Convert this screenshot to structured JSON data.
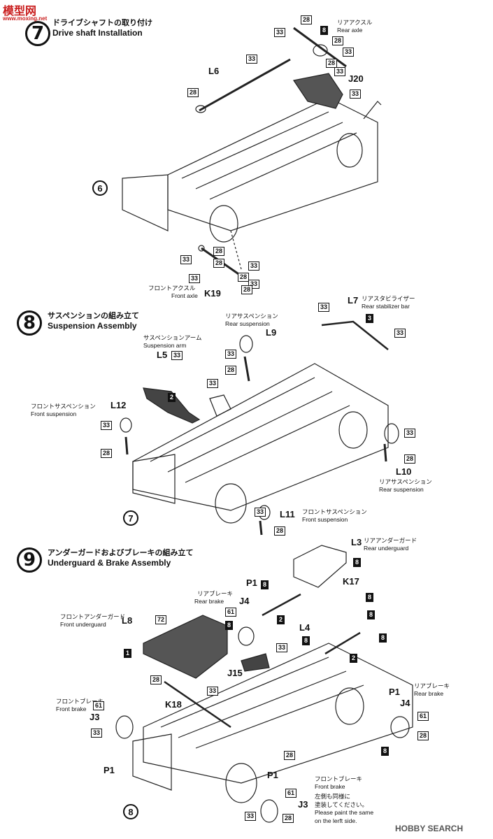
{
  "watermark": {
    "site_cn": "模型网",
    "site_url": "www.moxing.net",
    "footer": "HOBBY SEARCH"
  },
  "steps": [
    {
      "number": "7",
      "title_jp": "ドライブシャフトの取り付け",
      "title_en": "Drive shaft Installation"
    },
    {
      "number": "8",
      "title_jp": "サスペンションの組み立て",
      "title_en": "Suspension Assembly"
    },
    {
      "number": "9",
      "title_jp": "アンダーガードおよびブレーキの組み立て",
      "title_en": "Underguard & Brake Assembly"
    }
  ],
  "step7": {
    "rear_axle_jp": "リアアクスル",
    "rear_axle_en": "Rear axle",
    "front_axle_jp": "フロントアクスル",
    "front_axle_en": "Front axle",
    "parts": {
      "l6": "L6",
      "j20": "J20",
      "k19": "K19"
    },
    "ref": "6"
  },
  "step8": {
    "rear_stab_jp": "リアスタビライザー",
    "rear_stab_en": "Rear stabilizer bar",
    "rear_susp_jp": "リアサスペンション",
    "rear_susp_en": "Rear suspension",
    "susp_arm_jp": "サスペンションアーム",
    "susp_arm_en": "Suspension arm",
    "front_susp_jp": "フロントサスペンション",
    "front_susp_en": "Front suspension",
    "parts": {
      "l7": "L7",
      "l9": "L9",
      "l5": "L5",
      "l12": "L12",
      "l10": "L10",
      "l11": "L11"
    },
    "ref": "7"
  },
  "step9": {
    "rear_guard_jp": "リアアンダーガード",
    "rear_guard_en": "Rear underguard",
    "front_guard_jp": "フロントアンダーガード",
    "front_guard_en": "Front underguard",
    "rear_brake_jp": "リアブレーキ",
    "rear_brake_en": "Rear brake",
    "front_brake_jp": "フロントブレーキ",
    "front_brake_en": "Front brake",
    "paint_note_jp_1": "左側も同様に",
    "paint_note_jp_2": "塗装してください。",
    "paint_note_en_1": "Please paint the same",
    "paint_note_en_2": "on the lerft side.",
    "parts": {
      "l3": "L3",
      "k17": "K17",
      "p1": "P1",
      "j4": "J4",
      "l8": "L8",
      "j15": "J15",
      "l4": "L4",
      "k18": "K18",
      "j3": "J3"
    },
    "ref": "8"
  },
  "badges": {
    "b33": "33",
    "b28": "28",
    "b8": "8",
    "b3": "3",
    "b2": "2",
    "b1": "1",
    "b61": "61",
    "b72": "72"
  }
}
